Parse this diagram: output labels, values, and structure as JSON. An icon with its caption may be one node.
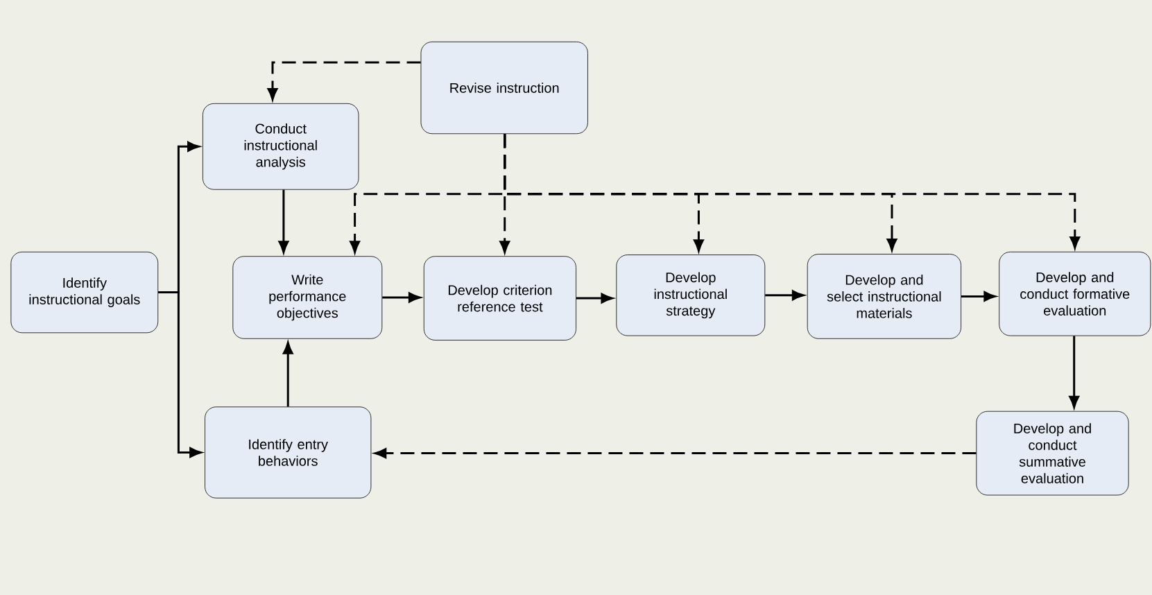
{
  "diagram": {
    "nodes": [
      {
        "text": [
          "Identify instructional goals"
        ]
      },
      {
        "text": [
          "Revise instruction"
        ]
      },
      {
        "text": [
          "Conduct instructional analysis"
        ]
      },
      {
        "text": [
          "Write performance objectives"
        ]
      },
      {
        "text": [
          "Develop criterion reference test"
        ]
      },
      {
        "text": [
          "Develop instructional strategy"
        ]
      },
      {
        "text": [
          "Develop and select instructional materials"
        ]
      },
      {
        "text": [
          "Develop and conduct formative evaluation"
        ]
      },
      {
        "text": [
          "Identify entry behaviors"
        ]
      },
      {
        "text": [
          "Develop and conduct summative evaluation"
        ]
      }
    ],
    "edges": [
      {
        "from": 0,
        "to": 2,
        "arrow": "to"
      },
      {
        "from": 0,
        "to": 8,
        "arrow": "to"
      },
      {
        "from": 2,
        "to": 3,
        "arrow": "to"
      },
      {
        "from": 8,
        "to": 3,
        "arrow": "to"
      },
      {
        "from": 3,
        "to": 4,
        "arrow": "to"
      },
      {
        "from": 4,
        "to": 5,
        "arrow": "to"
      },
      {
        "from": 5,
        "to": 6,
        "arrow": "to"
      },
      {
        "from": 6,
        "to": 7,
        "arrow": "to"
      },
      {
        "from": 7,
        "to": 9,
        "arrow": "to"
      },
      {
        "from": 1,
        "to": 2,
        "arrow": "to",
        "style": "dashed"
      },
      {
        "from": 1,
        "to": 4,
        "arrow": "to",
        "style": "dashed"
      },
      {
        "from": 1,
        "to": 3,
        "arrow": "to",
        "style": "dashed"
      },
      {
        "from": 1,
        "to": 5,
        "arrow": "to",
        "style": "dashed"
      },
      {
        "from": 1,
        "to": 6,
        "arrow": "to",
        "style": "dashed"
      },
      {
        "from": 1,
        "to": 7,
        "arrow": "to",
        "style": "dashed"
      },
      {
        "from": 9,
        "to": 8,
        "arrow": "to",
        "style": "dashed"
      }
    ]
  }
}
